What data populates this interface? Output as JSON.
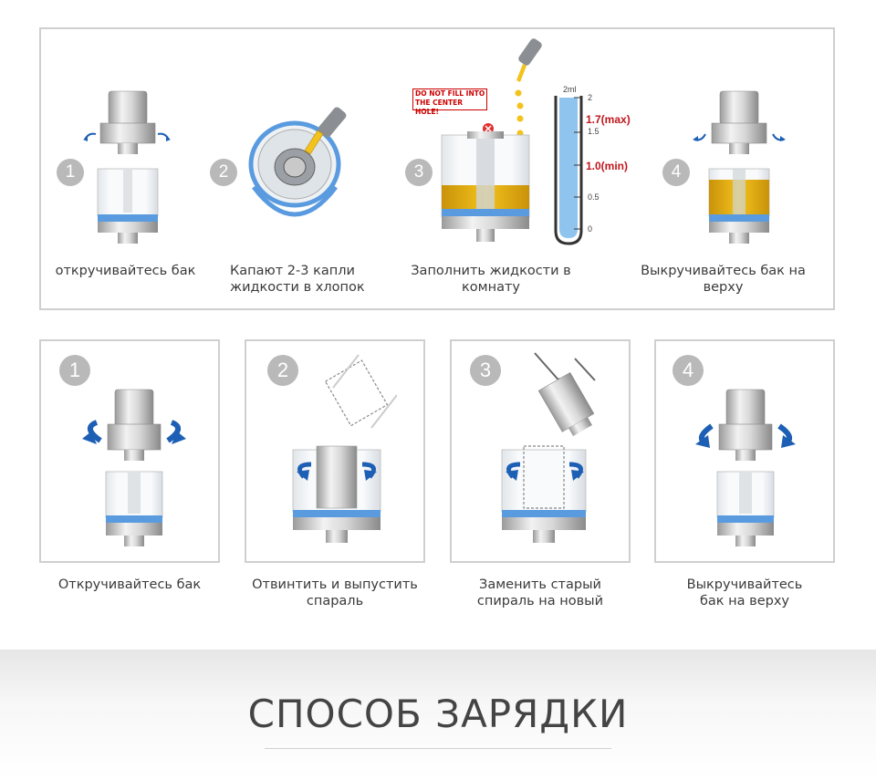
{
  "top_steps": [
    {
      "num": "1",
      "caption": "откручивайтесь бак"
    },
    {
      "num": "2",
      "caption": "Капают 2-3 капли\nжидкости в хлопок"
    },
    {
      "num": "3",
      "caption": "Заполнить жидкости в комнату"
    },
    {
      "num": "4",
      "caption": "Выкручивайтесь бак на верху"
    }
  ],
  "warning_label": "DO NOT FILL INTO\nTHE CENTER HOLE!",
  "tube": {
    "top_label": "2ml",
    "ticks": [
      "2",
      "1.5",
      "0.5",
      "0"
    ],
    "max_label": "1.7(max)",
    "min_label": "1.0(min)"
  },
  "bottom_steps": [
    {
      "num": "1",
      "caption": "Откручивайтесь бак"
    },
    {
      "num": "2",
      "caption": "Отвинтить и выпустить\nспараль"
    },
    {
      "num": "3",
      "caption": "Заменить старый\nспираль на новый"
    },
    {
      "num": "4",
      "caption": "Выкручивайтесь\nбак на верху"
    }
  ],
  "footer_title": "СПОСОБ ЗАРЯДКИ",
  "colors": {
    "accent_blue": "#1d5fb4",
    "liquid": "#e8b414",
    "ring_blue": "#5a9be0",
    "badge_gray": "#b9b9b9"
  }
}
